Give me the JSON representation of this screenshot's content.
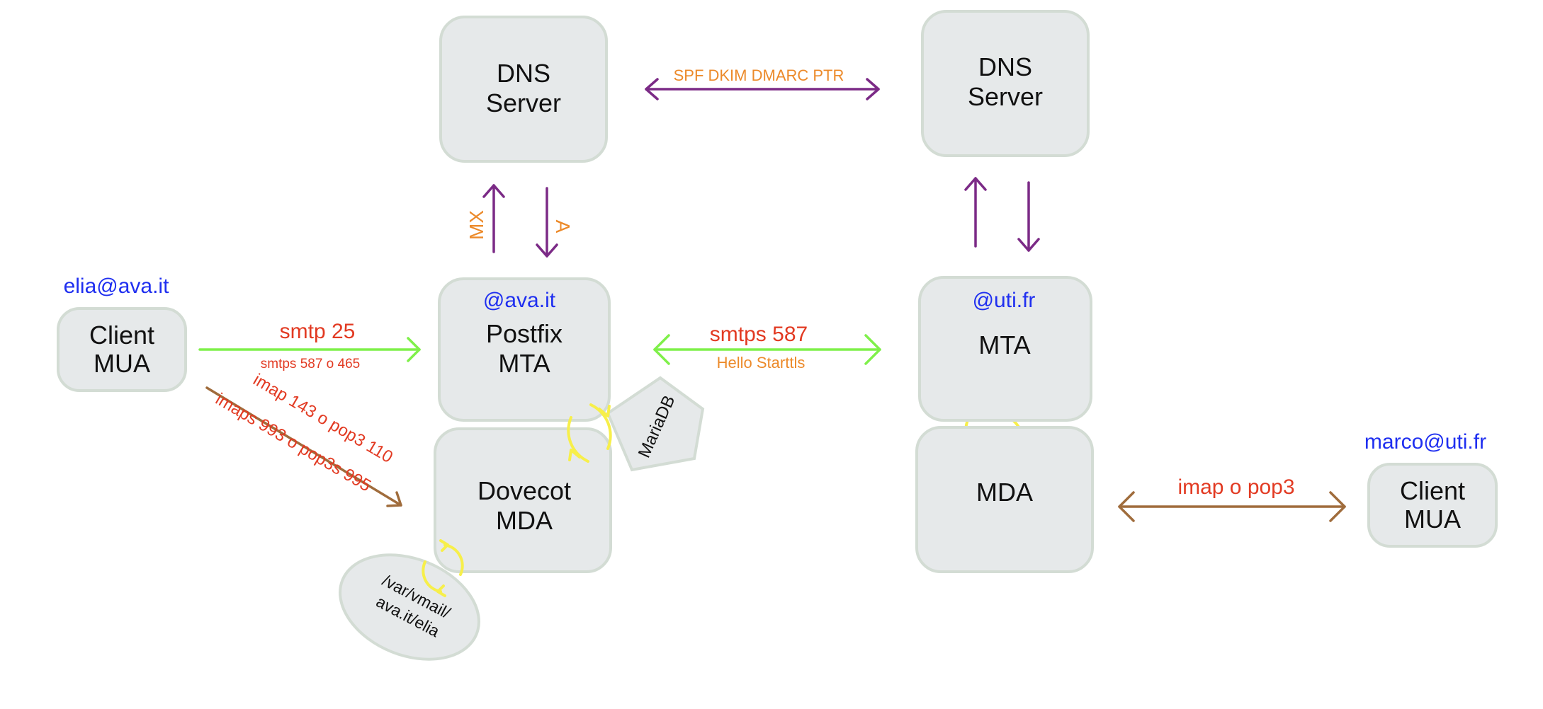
{
  "left_dns": {
    "line1": "DNS",
    "line2": "Server"
  },
  "right_dns": {
    "line1": "DNS",
    "line2": "Server"
  },
  "dns_link_label": "SPF DKIM DMARC PTR",
  "mx_label": "MX",
  "a_label": "A",
  "left_client": {
    "address": "elia@ava.it",
    "line1": "Client",
    "line2": "MUA"
  },
  "postfix": {
    "domain": "@ava.it",
    "line1": "Postfix",
    "line2": "MTA"
  },
  "dovecot": {
    "line1": "Dovecot",
    "line2": "MDA"
  },
  "mariadb_label": "MariaDB",
  "mailbox": {
    "line1": "/var/vmail/",
    "line2": "ava.it/elia"
  },
  "smtp_main": "smtp 25",
  "smtp_sub": "smtps 587 o 465",
  "imap_line1": "imap 143 o pop3 110",
  "imap_line2": "imaps 993 o pop3s 995",
  "mta_link_main": "smtps 587",
  "mta_link_sub": "Hello Starttls",
  "right_mta": {
    "domain": "@uti.fr",
    "line1": "MTA"
  },
  "right_mda": {
    "line1": "MDA"
  },
  "right_client": {
    "address": "marco@uti.fr",
    "line1": "Client",
    "line2": "MUA"
  },
  "right_link_label": "imap o pop3",
  "colors": {
    "box_fill": "#e6e9ea",
    "box_stroke": "#d3dcd4",
    "address_blue": "#1f2ff0",
    "protocol_red": "#e23a22",
    "note_orange": "#ec8a2a",
    "dns_purple": "#7b2a86",
    "smtp_green": "#7ff04a",
    "imap_brown": "#a06c3c",
    "sync_yellow": "#f7ef4a"
  }
}
